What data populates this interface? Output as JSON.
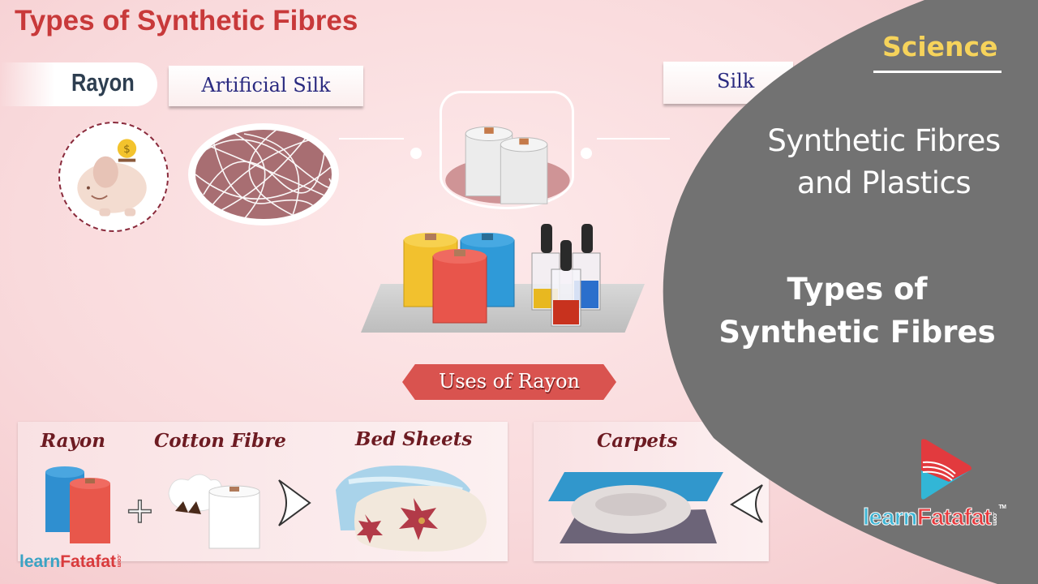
{
  "slide": {
    "title": "Types of Synthetic Fibres",
    "labels": {
      "rayon": "Rayon",
      "artificial_silk": "Artificial Silk",
      "silk": "Silk"
    },
    "uses_banner": "Uses of Rayon",
    "uses_card": {
      "captions": [
        "Rayon",
        "Cotton Fibre",
        "Bed Sheets"
      ],
      "plus_symbol": "+"
    },
    "carpets_card": {
      "caption": "Carpets"
    },
    "piggy_coin_symbol": "$",
    "watermark": {
      "part1": "learn",
      "part2": "Fatafat",
      "suffix": ".com"
    }
  },
  "overlay": {
    "subject": "Science",
    "chapter_line1": "Synthetic Fibres",
    "chapter_line2": "and Plastics",
    "topic_line1": "Types of",
    "topic_line2": "Synthetic Fibres",
    "logo": {
      "part1": "learn",
      "part2": "Fatafat",
      "suffix": ".com",
      "trademark": "TM"
    }
  },
  "colors": {
    "title_red": "#c8393a",
    "banner_red": "#d9534f",
    "overlay_grey": "#727272",
    "subject_yellow": "#f6d35b",
    "logo_blue": "#3cb4d4",
    "logo_red": "#e73a3d"
  }
}
